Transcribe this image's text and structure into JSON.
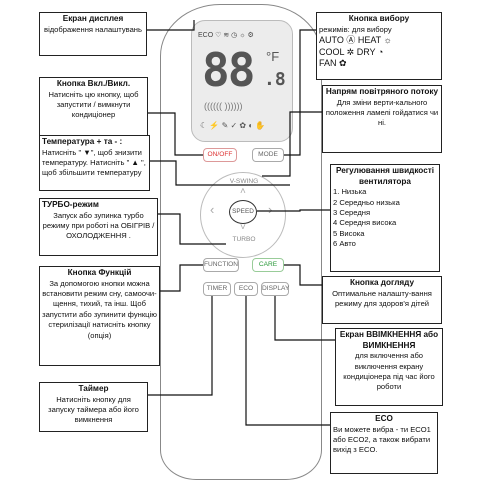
{
  "boxes": {
    "screen": {
      "title": "Екран дисплея",
      "body": "відображення налаштувань"
    },
    "power": {
      "title": "Кнопка Вкл./Викл.",
      "body": "Натисніть цю кнопку, щоб запустити / вимкнути кондиціонер"
    },
    "temp": {
      "title": "Температура + та - :",
      "body": "Натисніть \" ▼\", щоб знизити температуру. Натисніть \" ▲ \", щоб збільшити температуру"
    },
    "turbo": {
      "title": "ТУРБО-режим",
      "body": "Запуск або зупинка турбо режиму при роботі на ОБІГРІВ / ОХОЛОДЖЕННЯ ."
    },
    "function": {
      "title": "Кнопка Функцій",
      "body": "За допомогою кнопки можна встановити режим сну, самоочи-щення, тихий, та інш. Щоб запустити або зупинити функцію стерилізації натисніть кнопку (опція)"
    },
    "timer": {
      "title": "Таймер",
      "body": "Натисніть кнопку для запуску таймера або його вимкнення"
    },
    "mode": {
      "title": "Кнопка вибору",
      "subtitle": "режимів: для вибору",
      "rows": [
        "AUTO Ⓐ HEAT ☼",
        "COOL ✲ DRY ◔",
        "FAN ✿"
      ]
    },
    "airflow": {
      "title": "Напрям повітряного потоку",
      "body": "Для зміни верти-кального положення ламелі гойдатися чи ні."
    },
    "fan": {
      "title": "Регулювання швидкості вентилятора",
      "items": [
        "1. Низька",
        "2 Середньо низька",
        "3 Середня",
        "4 Середня висока",
        "5 Висока",
        "6 Авто"
      ]
    },
    "care": {
      "title": "Кнопка догляду",
      "body": "Оптимальне налашту-вання режиму для здоров'я дітей"
    },
    "display": {
      "title": "Екран ВВІМКНЕННЯ або ВИМКНЕННЯ",
      "body": "для включення або виключення екрану кондиціонера під час його роботи"
    },
    "eco": {
      "title": "ECO",
      "body": "Ви можете вибра - ти ECO1 або ECO2, а також вибрати вихід з ECO."
    }
  },
  "remote": {
    "status_icons": "ECO ♡ ≋ ◷ ☼ ⚙",
    "temp_value": "88",
    "temp_decimal": ".8",
    "temp_unit": "°F",
    "fan_bars": "((((((  ))))))",
    "bottom_icons": "☾ ⚡ ✎ ✓ ✿ ◐ ✋",
    "buttons": {
      "onoff": "ON/OFF",
      "mode": "MODE",
      "vswing": "V-SWING",
      "speed": "SPEED",
      "turbo": "TURBO",
      "function": "FUNCTION",
      "care": "CARE",
      "timer": "TIMER",
      "eco": "ECO",
      "display": "DISPLAY"
    }
  },
  "colors": {
    "onoff": "#d33333",
    "care": "#2a9a3a"
  }
}
